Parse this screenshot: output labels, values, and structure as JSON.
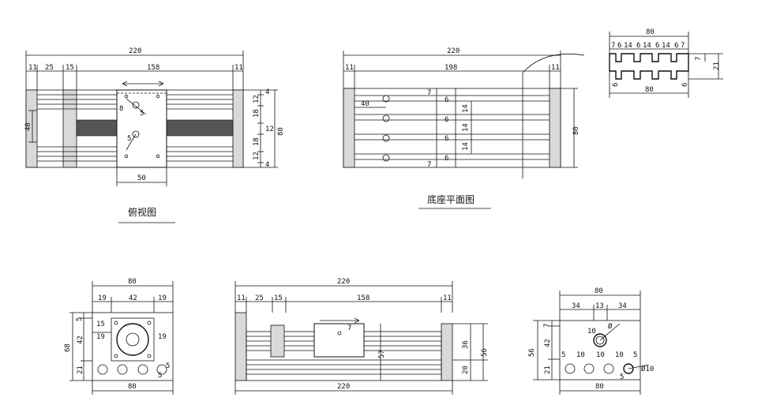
{
  "captions": {
    "top_view": "俯视图",
    "base_plan": "底座平面图"
  },
  "top_view": {
    "overall": "220",
    "segments": [
      "11",
      "25",
      "15",
      "158",
      "11"
    ],
    "right_dims": [
      "4",
      "12",
      "18",
      "12",
      "18",
      "12",
      "4",
      "80"
    ],
    "left_dim": "40",
    "carriage_width": "50",
    "small": [
      "8",
      "5",
      "5"
    ]
  },
  "base_plan": {
    "overall": "220",
    "segments": [
      "11",
      "198",
      "11"
    ],
    "left_dim": "40",
    "slot_dims": [
      "7",
      "6",
      "14",
      "6",
      "14",
      "6",
      "14",
      "6",
      "7"
    ],
    "right_dim": "80"
  },
  "section_detail": {
    "top": "80",
    "top_segments": [
      "7",
      "6",
      "14",
      "6",
      "14",
      "6",
      "14",
      "6",
      "7"
    ],
    "bottom": "80",
    "right_dims": [
      "7",
      "21"
    ],
    "left_small": [
      "6",
      "6"
    ]
  },
  "left_end_view": {
    "top": "80",
    "top_segments": [
      "19",
      "42",
      "19"
    ],
    "left_dims": [
      "5",
      "42",
      "21",
      "68"
    ],
    "inner": [
      "15",
      "19",
      "19"
    ],
    "bottom": "80",
    "small": [
      "5",
      "5"
    ]
  },
  "front_view": {
    "overall": "220",
    "segments": [
      "11",
      "25",
      "15",
      "158",
      "11"
    ],
    "right_dims": [
      "36",
      "20",
      "56"
    ],
    "height": "57",
    "small": [
      "7"
    ],
    "bottom": "220"
  },
  "right_end_view": {
    "top": "80",
    "top_segments": [
      "34",
      "13",
      "34"
    ],
    "left_dims": [
      "7",
      "42",
      "21",
      "56"
    ],
    "hole_spacing": [
      "5",
      "10",
      "10",
      "10",
      "5"
    ],
    "hole_dia": "Ø10",
    "bore_labels": [
      "10",
      "Ø"
    ],
    "small": [
      "5"
    ],
    "bottom": "80"
  }
}
